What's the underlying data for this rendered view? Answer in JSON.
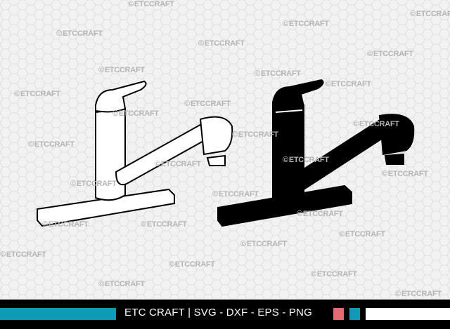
{
  "watermark": "ETCCRAFT",
  "footer": {
    "brand": "ETC CRAFT",
    "separator": "|",
    "formats": "SVG - DXF - EPS - PNG"
  },
  "colors": {
    "teal": "#0e9bb5",
    "pink": "#e46b73",
    "black": "#000000",
    "background": "#f2f2f2"
  }
}
